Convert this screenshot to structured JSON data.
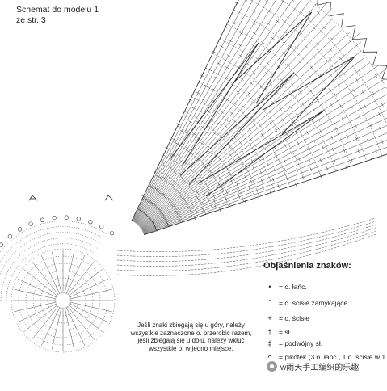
{
  "title": {
    "line1": "Schemat do modelu 1",
    "line2": "ze str. 3"
  },
  "legend": {
    "heading": "Objaśnienia znaków:",
    "items": [
      {
        "symbol": "•",
        "icon": "chain-dot-icon",
        "label": "= o. łańc."
      },
      {
        "symbol": "ˆ",
        "icon": "slip-stitch-icon",
        "label": "= o. ścisłe zamykające"
      },
      {
        "symbol": "+",
        "icon": "single-crochet-icon",
        "label": "= o. ścisłe"
      },
      {
        "symbol": "†",
        "icon": "double-crochet-icon",
        "label": "= sł."
      },
      {
        "symbol": "‡",
        "icon": "treble-crochet-icon",
        "label": "= podwójny sł."
      },
      {
        "symbol": "ᴖ",
        "icon": "picot-icon",
        "label": "= pikotek (3 o. łańc., 1 o. ścisłe w 1"
      }
    ]
  },
  "note": "Jeśli znaki zbiegają się u góry, należy wszystkie zaznaczone o. przerobić razem, jeśli zbiegają się u dołu, należy wkłuć wszystkie o. w jedno miejsce.",
  "watermark": "w雨天手工编织的乐趣",
  "colors": {
    "ink": "#2a2a2a",
    "paper": "#ffffff"
  }
}
